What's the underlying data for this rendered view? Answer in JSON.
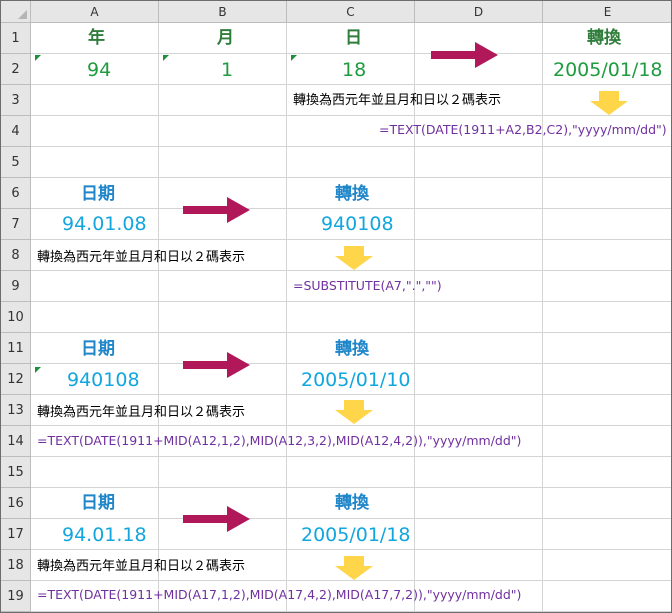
{
  "columns": [
    "A",
    "B",
    "C",
    "D",
    "E"
  ],
  "rows": [
    "1",
    "2",
    "3",
    "4",
    "5",
    "6",
    "7",
    "8",
    "9",
    "10",
    "11",
    "12",
    "13",
    "14",
    "15",
    "16",
    "17",
    "18",
    "19"
  ],
  "section1": {
    "header_year": "年",
    "header_month": "月",
    "header_day": "日",
    "header_convert": "轉換",
    "year_value": "94",
    "month_value": "1",
    "day_value": "18",
    "result_value": "2005/01/18",
    "note": "轉換為西元年並且月和日以２碼表示",
    "formula": "=TEXT(DATE(1911+A2,B2,C2),\"yyyy/mm/dd\")"
  },
  "section2": {
    "header_date": "日期",
    "header_convert": "轉換",
    "date_value": "94.01.08",
    "result_value": "940108",
    "note": "轉換為西元年並且月和日以２碼表示",
    "formula": "=SUBSTITUTE(A7,\".\",\"\")"
  },
  "section3": {
    "header_date": "日期",
    "header_convert": "轉換",
    "date_value": "940108",
    "result_value": "2005/01/10",
    "note": "轉換為西元年並且月和日以２碼表示",
    "formula": "=TEXT(DATE(1911+MID(A12,1,2),MID(A12,3,2),MID(A12,4,2)),\"yyyy/mm/dd\")"
  },
  "section4": {
    "header_date": "日期",
    "header_convert": "轉換",
    "date_value": "94.01.18",
    "result_value": "2005/01/18",
    "note": "轉換為西元年並且月和日以２碼表示",
    "formula": "=TEXT(DATE(1911+MID(A17,1,2),MID(A17,4,2),MID(A17,7,2)),\"yyyy/mm/dd\")"
  },
  "colors": {
    "arrow_red": "#b0185a",
    "arrow_yellow": "#ffd54a",
    "green_text": "#1f9c3f",
    "blue_header": "#1f86c9",
    "cyan_value": "#12a6de",
    "formula_purple": "#7030a0",
    "header_bg": "#e6e6e6"
  },
  "icons": {
    "right_arrow": "red-right-arrow-icon",
    "down_arrow": "yellow-down-arrow-icon"
  }
}
